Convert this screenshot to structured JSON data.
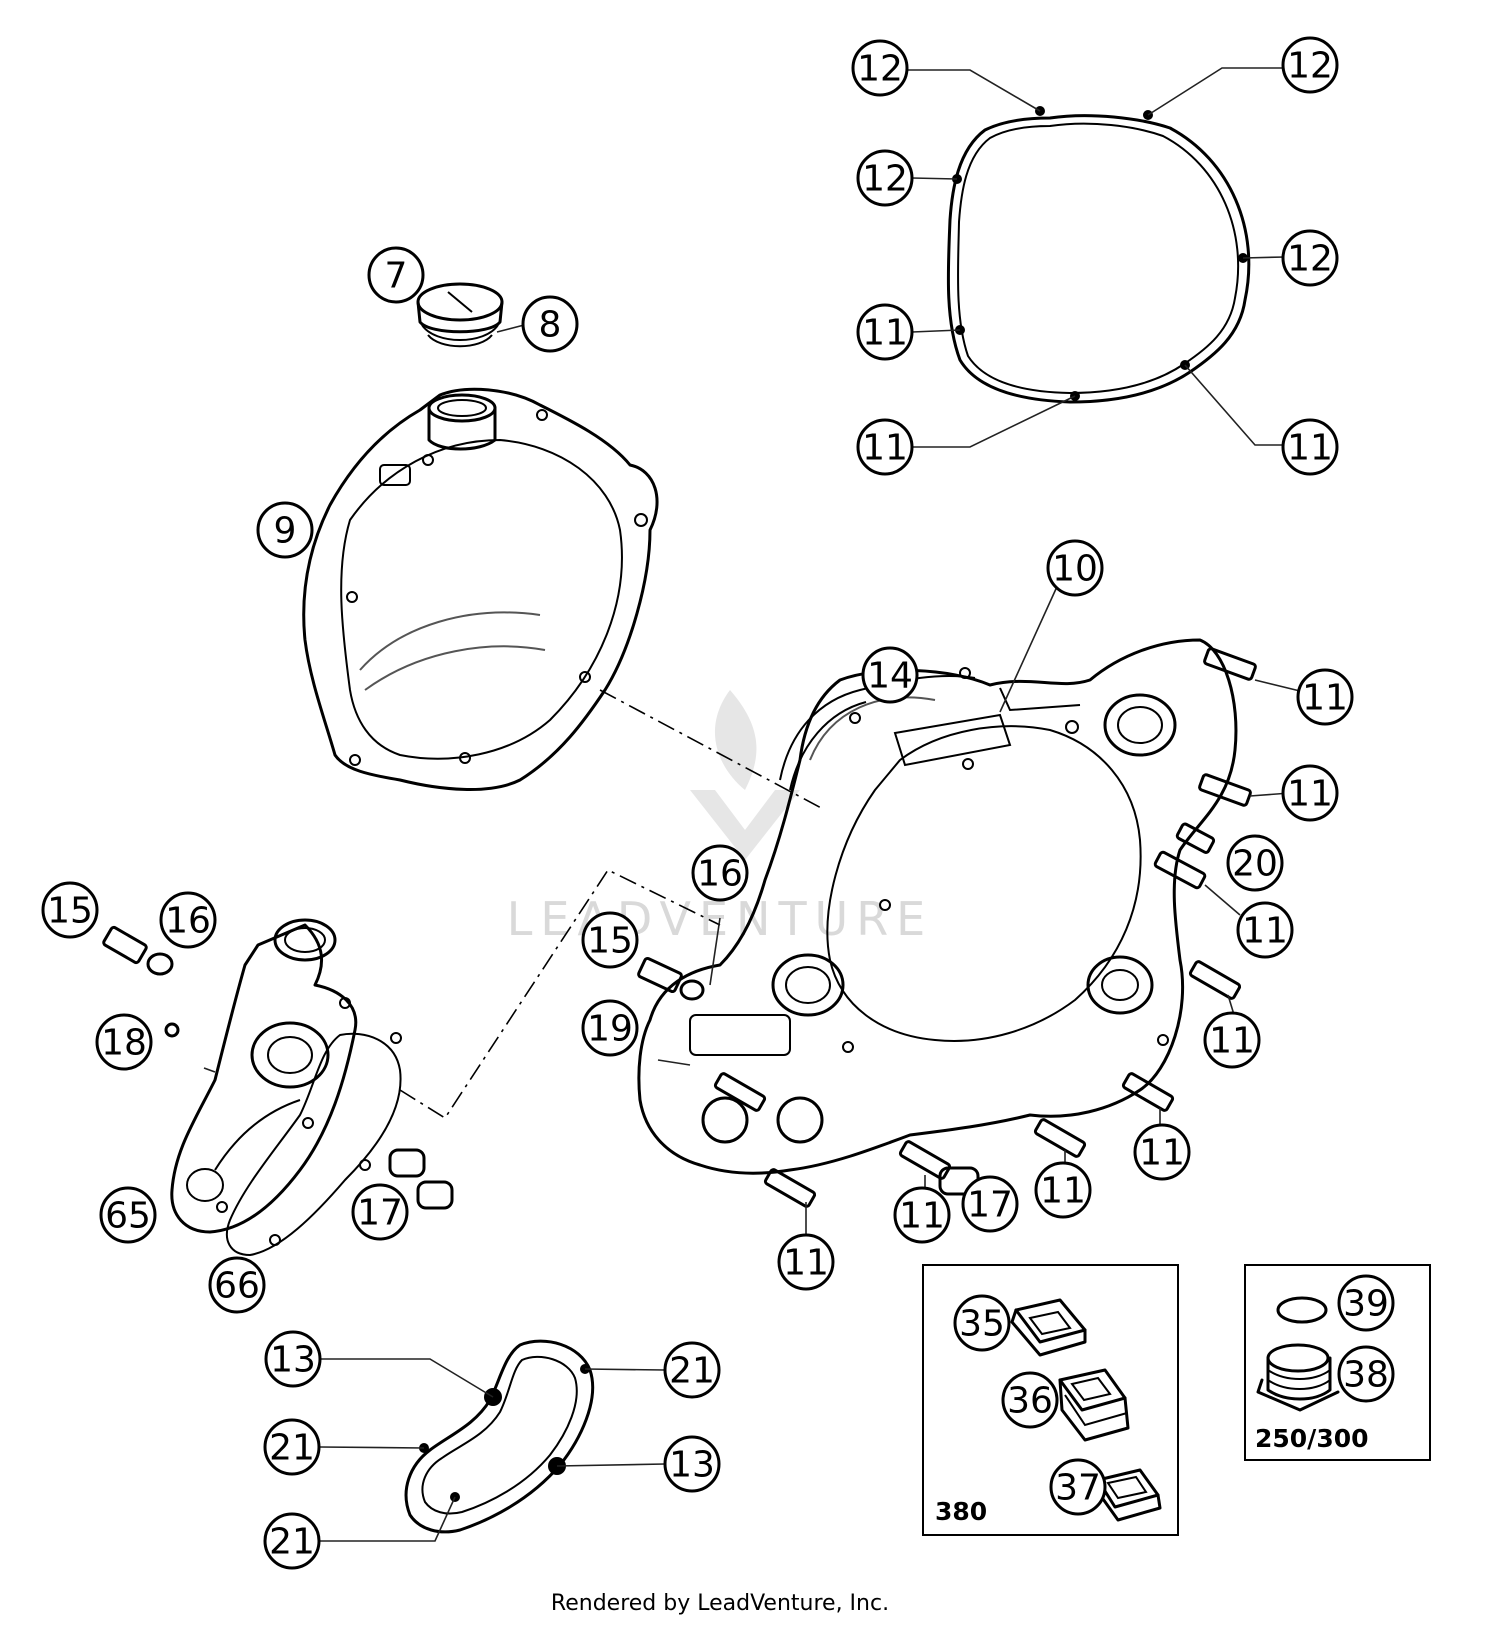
{
  "diagram": {
    "watermark": "LEADVENTURE",
    "footer": "Rendered by LeadVenture, Inc.",
    "box_labels": {
      "kit_380": "380",
      "kit_250_300": "250/300"
    },
    "callouts": [
      {
        "id": "c12-tl",
        "label": "12"
      },
      {
        "id": "c12-tr",
        "label": "12"
      },
      {
        "id": "c12-ml",
        "label": "12"
      },
      {
        "id": "c12-mr",
        "label": "12"
      },
      {
        "id": "c11-gl",
        "label": "11"
      },
      {
        "id": "c11-bl",
        "label": "11"
      },
      {
        "id": "c11-br",
        "label": "11"
      },
      {
        "id": "c7",
        "label": "7"
      },
      {
        "id": "c8",
        "label": "8"
      },
      {
        "id": "c9",
        "label": "9"
      },
      {
        "id": "c10",
        "label": "10"
      },
      {
        "id": "c14",
        "label": "14"
      },
      {
        "id": "c11-r1",
        "label": "11"
      },
      {
        "id": "c11-r2",
        "label": "11"
      },
      {
        "id": "c20",
        "label": "20"
      },
      {
        "id": "c11-r3",
        "label": "11"
      },
      {
        "id": "c11-r4",
        "label": "11"
      },
      {
        "id": "c11-r5",
        "label": "11"
      },
      {
        "id": "c11-b1",
        "label": "11"
      },
      {
        "id": "c17-b",
        "label": "17"
      },
      {
        "id": "c11-b2",
        "label": "11"
      },
      {
        "id": "c11-b3",
        "label": "11"
      },
      {
        "id": "c16-c",
        "label": "16"
      },
      {
        "id": "c15-c",
        "label": "15"
      },
      {
        "id": "c19",
        "label": "19"
      },
      {
        "id": "c15-l",
        "label": "15"
      },
      {
        "id": "c16-l",
        "label": "16"
      },
      {
        "id": "c18",
        "label": "18"
      },
      {
        "id": "c65",
        "label": "65"
      },
      {
        "id": "c66",
        "label": "66"
      },
      {
        "id": "c17-l",
        "label": "17"
      },
      {
        "id": "c13-t",
        "label": "13"
      },
      {
        "id": "c21-t",
        "label": "21"
      },
      {
        "id": "c21-l",
        "label": "21"
      },
      {
        "id": "c13-r",
        "label": "13"
      },
      {
        "id": "c21-b",
        "label": "21"
      },
      {
        "id": "c35",
        "label": "35"
      },
      {
        "id": "c36",
        "label": "36"
      },
      {
        "id": "c37",
        "label": "37"
      },
      {
        "id": "c39",
        "label": "39"
      },
      {
        "id": "c38",
        "label": "38"
      }
    ]
  }
}
